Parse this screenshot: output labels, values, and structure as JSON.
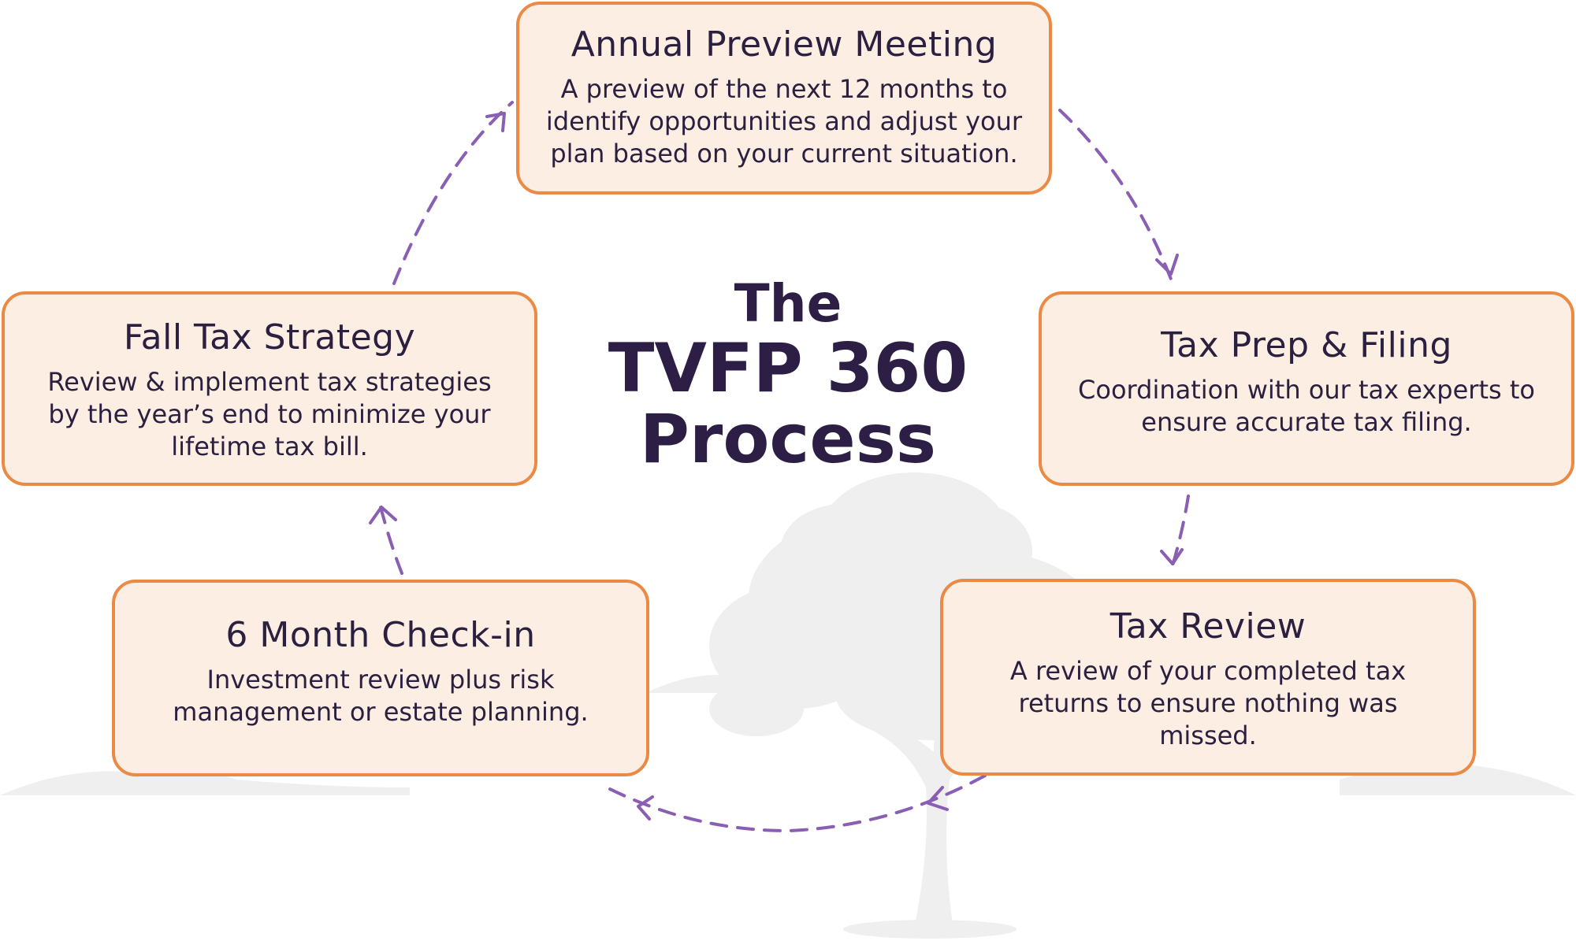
{
  "center_title": {
    "line1": "The",
    "line2": "TVFP 360",
    "line3": "Process"
  },
  "steps": [
    {
      "title": "Annual Preview Meeting",
      "description": "A preview of the next 12 months to identify opportunities and adjust your plan based on your current situation."
    },
    {
      "title": "Tax Prep & Filing",
      "description": "Coordination with our tax experts to ensure accurate tax filing."
    },
    {
      "title": "Tax Review",
      "description": "A review of your completed tax returns to ensure nothing was missed."
    },
    {
      "title": "6 Month Check-in",
      "description": "Investment review plus risk management or estate planning."
    },
    {
      "title": "Fall Tax Strategy",
      "description": "Review & implement tax strategies by the year’s end to minimize your lifetime tax bill."
    }
  ],
  "colors": {
    "box_fill": "#fdeee3",
    "box_border": "#ea8a45",
    "arrow": "#8a5fb3",
    "title_text": "#2c1e44",
    "tree_silhouette": "#eeeeee"
  },
  "icons": {
    "background": "tree-silhouette-icon",
    "connector": "dashed-arrow-icon"
  }
}
